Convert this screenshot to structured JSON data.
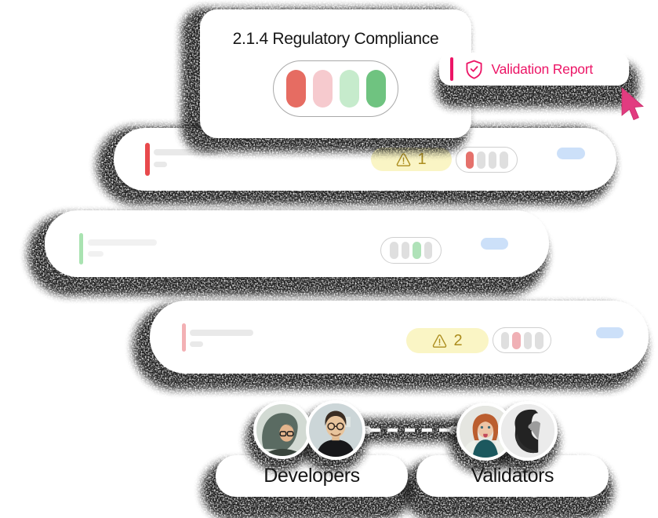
{
  "colors": {
    "accent_pink": "#EC1566",
    "cursor_pink": "#E23C80",
    "shadow": "#141414",
    "bar_red": "#E66C62",
    "bar_pink": "#F6CACE",
    "bar_light_green": "#C6EBCC",
    "bar_green": "#6FC380",
    "red": "#E5716B",
    "pink": "#F0B0B5",
    "green": "#AFE2B8",
    "gray": "#DFDFDF",
    "strong_red": "#E8494C",
    "pale_green": "#A9E3B1",
    "pale_pink": "#F3B0B4",
    "badge_bg": "#FAF5C5",
    "badge_text": "#AC8D1E",
    "blue": "#CCE0F9",
    "line_gray": "#E9E9E9",
    "line_gray_light": "#F1F1F1"
  },
  "top_card": {
    "title": "2.1.4 Regulatory Compliance",
    "statuses": [
      "bar_red",
      "bar_pink",
      "bar_light_green",
      "bar_green"
    ]
  },
  "validation_chip": {
    "label": "Validation Report"
  },
  "rows": [
    {
      "accent": "strong_red",
      "warning_count": "1",
      "statuses": [
        "red",
        "gray",
        "gray",
        "gray"
      ]
    },
    {
      "accent": "pale_green",
      "warning_count": "",
      "statuses": [
        "gray",
        "gray",
        "green",
        "gray"
      ]
    },
    {
      "accent": "pale_pink",
      "warning_count": "2",
      "statuses": [
        "gray",
        "pink",
        "gray",
        "gray"
      ]
    }
  ],
  "teams": {
    "developers": {
      "label": "Developers"
    },
    "validators": {
      "label": "Validators"
    }
  }
}
